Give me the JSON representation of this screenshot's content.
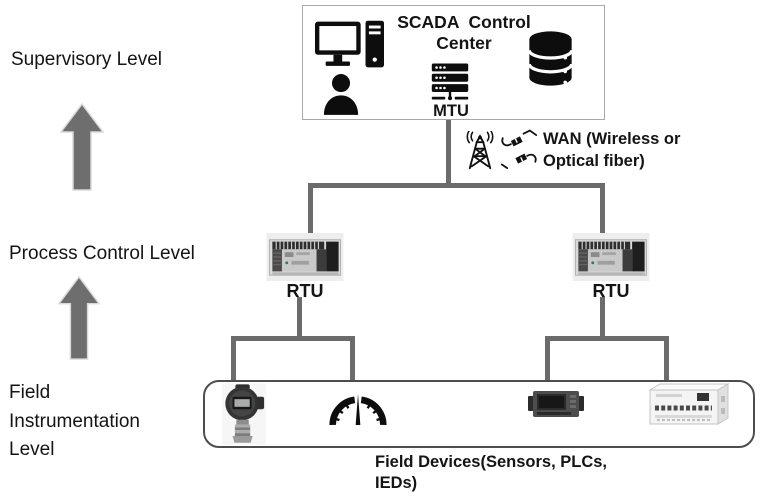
{
  "colors": {
    "connector": "#6b6b6b",
    "arrow": "#6e6e6e",
    "scada_border": "#a8a8a8",
    "field_border": "#4d4d4d",
    "text": "#141414"
  },
  "levels": {
    "supervisory_label": "Supervisory Level",
    "process_label": "Process Control Level",
    "field_lines": [
      "Field",
      "Instrumentation",
      "Level"
    ]
  },
  "control_center": {
    "title_lines": [
      "SCADA  Control",
      "Center"
    ],
    "mtu_label": "MTU",
    "icons": [
      "desktop-computer",
      "operator-person",
      "mtu-server",
      "database"
    ]
  },
  "wan": {
    "lines": [
      "WAN (Wireless or",
      "Optical fiber)"
    ],
    "icons": [
      "radio-tower",
      "fiber-connectors"
    ]
  },
  "rtu": {
    "left_label": "RTU",
    "right_label": "RTU"
  },
  "field_devices": {
    "caption_lines": [
      "Field Devices(Sensors, PLCs,",
      "IEDs)"
    ],
    "devices": [
      "pressure-transmitter",
      "analog-gauge",
      "panel-controller",
      "plc-module"
    ]
  }
}
